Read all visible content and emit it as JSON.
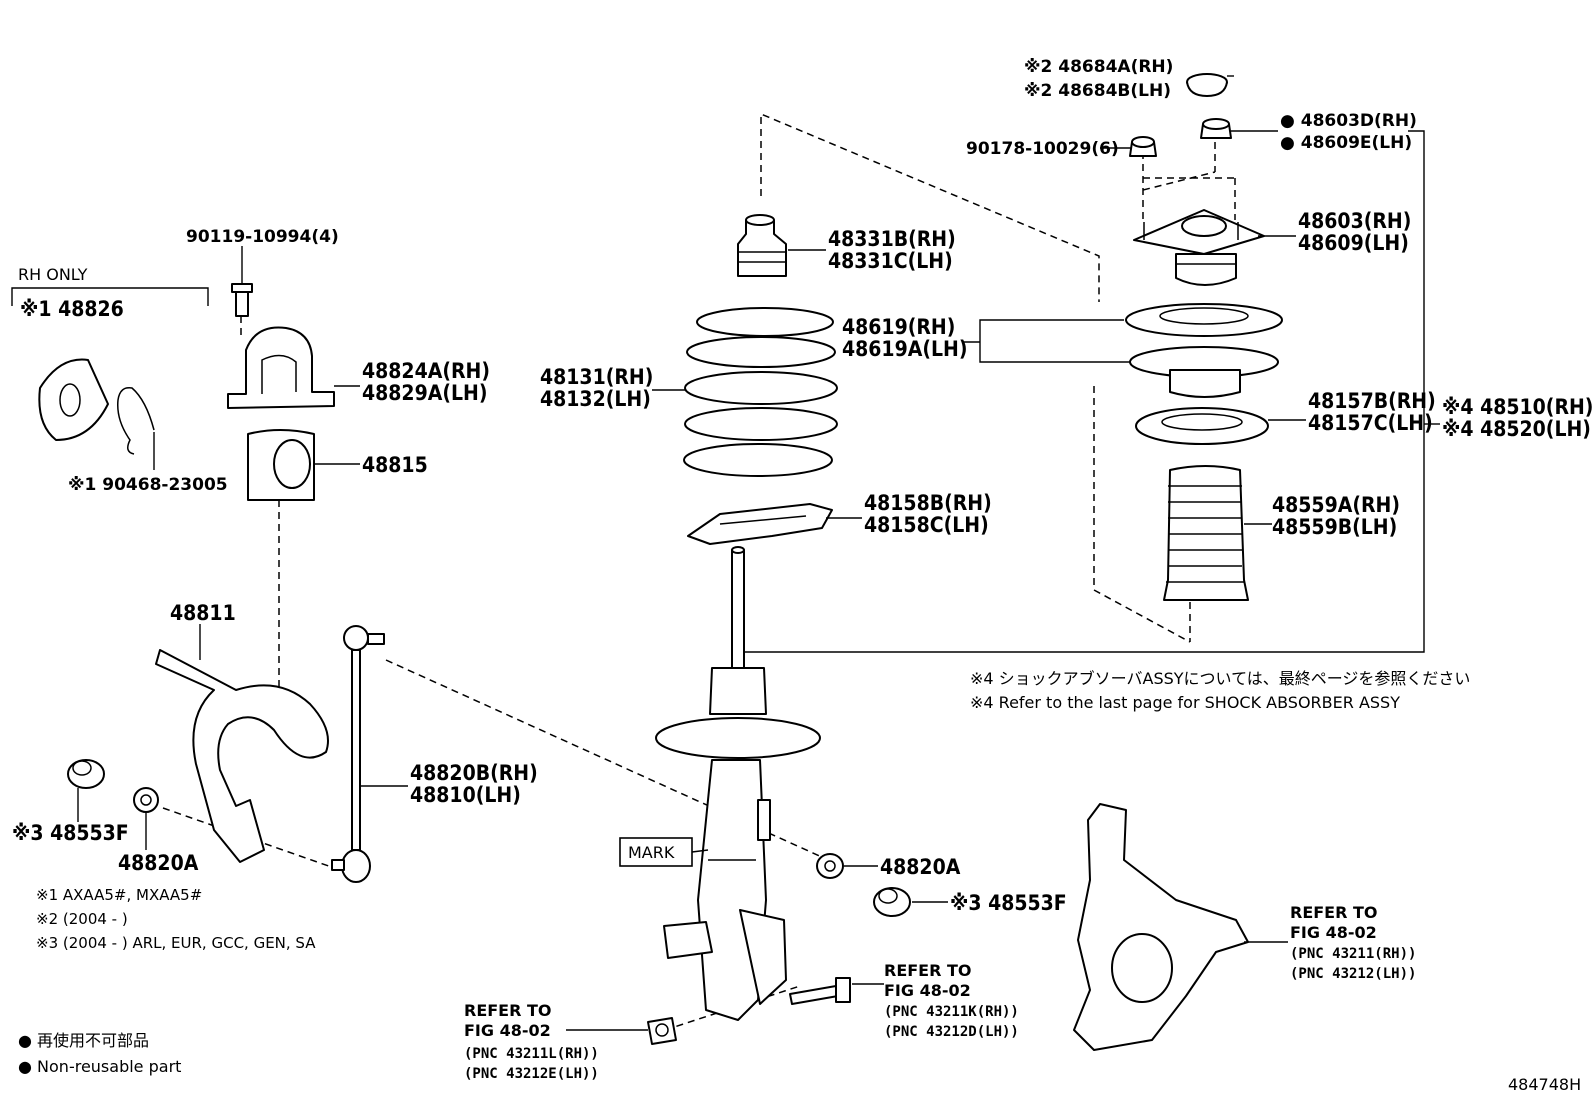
{
  "labels": {
    "p48684A": "※2 48684A(RH)",
    "p48684B": "※2 48684B(LH)",
    "p48603D": "● 48603D(RH)",
    "p48609E": "● 48609E(LH)",
    "p90178": "90178-10029(6)",
    "p48603": "48603(RH)",
    "p48609": "48609(LH)",
    "p48331B": "48331B(RH)",
    "p48331C": "48331C(LH)",
    "p48619": "48619(RH)",
    "p48619A": "48619A(LH)",
    "p48131": "48131(RH)",
    "p48132": "48132(LH)",
    "p48157B": "48157B(RH)",
    "p48157C": "48157C(LH)",
    "p48510": "※4 48510(RH)",
    "p48520": "※4 48520(LH)",
    "p48158B": "48158B(RH)",
    "p48158C": "48158C(LH)",
    "p48559A": "48559A(RH)",
    "p48559B": "48559B(LH)",
    "p90119": "90119-10994(4)",
    "rh_only": "RH ONLY",
    "p48826": "※1 48826",
    "p48824A": "48824A(RH)",
    "p48829A": "48829A(LH)",
    "p48815": "48815",
    "p90468": "※1 90468-23005",
    "p48811": "48811",
    "p48820B": "48820B(RH)",
    "p48810": "48810(LH)",
    "p48553F_left": "※3 48553F",
    "p48820A_left": "48820A",
    "p48820A_right": "48820A",
    "p48553F_right": "※3 48553F",
    "mark": "MARK"
  },
  "notes": {
    "shock_jp": "※4 ショックアブソーバASSYについては、最終ページを参照ください",
    "shock_en": "※4 Refer to the last page for SHOCK ABSORBER ASSY",
    "n1": "※1 AXAA5#, MXAA5#",
    "n2": "※2 (2004 -       )",
    "n3": "※3 (2004 -       ) ARL, EUR, GCC, GEN, SA",
    "legend_jp": "● 再使用不可部品",
    "legend_en": "● Non-reusable part",
    "diagram_id": "484748H"
  },
  "refs": {
    "knuckle": {
      "l1": "REFER TO",
      "l2": "FIG 48-02",
      "l3": "(PNC 43211(RH))",
      "l4": "(PNC 43212(LH))"
    },
    "bolt": {
      "l1": "REFER TO",
      "l2": "FIG 48-02",
      "l3": "(PNC 43211K(RH))",
      "l4": "(PNC 43212D(LH))"
    },
    "nut": {
      "l1": "REFER TO",
      "l2": "FIG 48-02",
      "l3": "(PNC 43211L(RH))",
      "l4": "(PNC 43212E(LH))"
    }
  }
}
